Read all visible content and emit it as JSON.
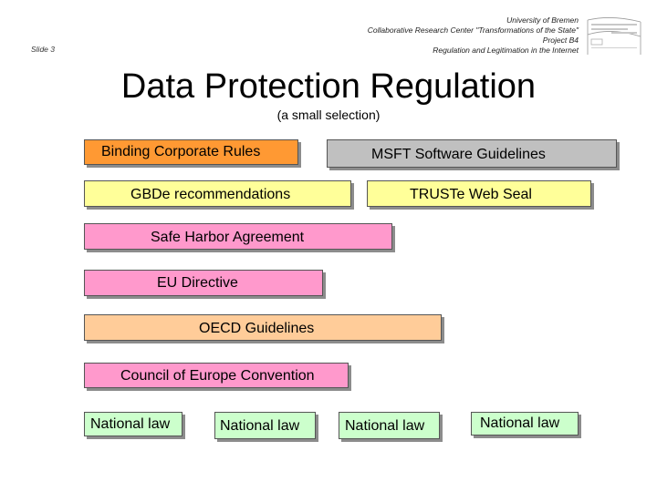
{
  "header": {
    "line1": "University of Bremen",
    "line2": "Collaborative Research Center \"Transformations of the State\"",
    "line3": "Project B4",
    "line4": "Regulation and Legitimation in the Internet"
  },
  "slide_label": "Slide 3",
  "title": "Data Protection Regulation",
  "subtitle": "(a small selection)",
  "boxes": {
    "binding_corporate_rules": "Binding Corporate Rules",
    "msft_guidelines": "MSFT Software Guidelines",
    "gbde": "GBDe recommendations",
    "truste": "TRUSTe Web Seal",
    "safe_harbor": "Safe Harbor Agreement",
    "eu_directive": "EU Directive",
    "oecd": "OECD Guidelines",
    "coe": "Council of Europe Convention",
    "national_laws": [
      "National law",
      "National law",
      "National law",
      "National law"
    ]
  },
  "colors": {
    "orange": "#ff9933",
    "gray": "#c0c0c0",
    "yellow": "#ffff99",
    "pink": "#ff99cc",
    "peach": "#ffcc99",
    "green": "#ccffcc"
  }
}
